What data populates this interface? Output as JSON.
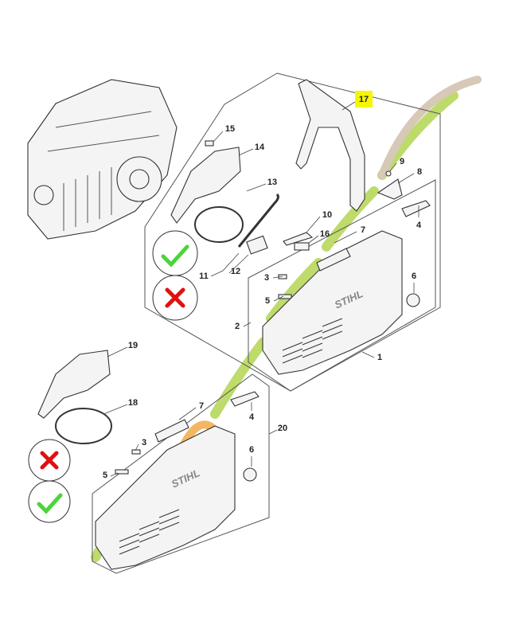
{
  "diagram": {
    "highlight_color": "#f5f700",
    "ok_color": "#4cd43c",
    "wrong_color": "#e01010",
    "watermark_color": "#a8cf3a",
    "brand_mark": "STIHL",
    "callouts": {
      "p17": "17",
      "p9": "9",
      "p8": "8",
      "p4": "4",
      "p15": "15",
      "p14": "14",
      "p13": "13",
      "p10": "10",
      "p16": "16",
      "p7": "7",
      "p11": "11",
      "p12": "12",
      "p3": "3",
      "p5": "5",
      "p6": "6",
      "p2": "2",
      "p1": "1",
      "p19": "19",
      "p18": "18",
      "p7b": "7",
      "p4b": "4",
      "p20": "20",
      "p3b": "3",
      "p6b": "6",
      "p5b": "5"
    },
    "highlighted_part": "17"
  }
}
